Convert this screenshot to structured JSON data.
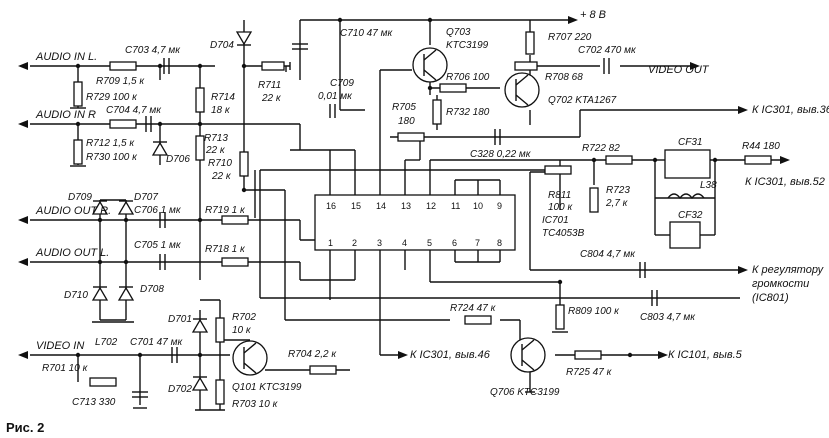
{
  "figure_label": "Рис. 2",
  "supply": "+ 8 В",
  "io": {
    "audio_in_l": "AUDIO IN L.",
    "audio_in_r": "AUDIO IN R",
    "audio_out_r": "AUDIO OUT R.",
    "audio_out_l": "AUDIO OUT L.",
    "video_in": "VIDEO IN",
    "video_out": "VIDEO OUT"
  },
  "connections": {
    "ic301_36": "К IC301, выв.36",
    "ic301_52": "К IC301, выв.52",
    "ic301_46": "К IC301, выв.46",
    "ic101_5": "К IC101, выв.5",
    "volume_1": "К регулятору",
    "volume_2": "громкости",
    "volume_3": "(IC801)"
  },
  "ic": {
    "name": "IC701",
    "type": "TC4053B",
    "pins_top": [
      "16",
      "15",
      "14",
      "13",
      "12",
      "11",
      "10",
      "9"
    ],
    "pins_bottom": [
      "1",
      "2",
      "3",
      "4",
      "5",
      "6",
      "7",
      "8"
    ]
  },
  "components": {
    "C703": "C703  4,7 мк",
    "R709": "R709  1,5 к",
    "R729": "R729  100 к",
    "C704": "C704  4,7 мк",
    "R712": "R712  1,5 к",
    "R730": "R730  100 к",
    "D704": "D704",
    "R711": "R711",
    "R711v": "22 к",
    "R714": "R714",
    "R714v": "18 к",
    "R713": "R713",
    "R713v": "22 к",
    "R710": "R710",
    "R710v": "22 к",
    "D706": "D706",
    "D709": "D709",
    "D707": "D707",
    "C706": "C706  1 мк",
    "R719": "R719  1 к",
    "C705": "C705  1 мк",
    "R718": "R718  1 к",
    "D710": "D710",
    "D708": "D708",
    "C710": "C710  47 мк",
    "C709": "C709",
    "C709v": "0,01 мк",
    "Q703": "Q703",
    "Q703t": "KTC3199",
    "R706": "R706  100",
    "R705": "R705",
    "R705v": "180",
    "R732": "R732  180",
    "R707": "R707  220",
    "C702": "C702  470 мк",
    "R708": "R708  68",
    "Q702": "Q702  KTA1267",
    "C328": "C328  0,22 мк",
    "R722": "R722  82",
    "R811": "R811",
    "R811v": "100 к",
    "R723": "R723",
    "R723v": "2,7 к",
    "CF31": "CF31",
    "L38": "L38",
    "CF32": "CF32",
    "R44": "R44  180",
    "C804": "C804  4,7 мк",
    "R809": "R809  100 к",
    "C803": "C803  4,7 мк",
    "R724": "R724  47 к",
    "Q706": "Q706  KTC3199",
    "R725": "R725  47 к",
    "D701": "D701",
    "D702": "D702",
    "R702": "R702",
    "R702v": "10 к",
    "Q101": "Q101  KTC3199",
    "R703": "R703  10 к",
    "R704": "R704  2,2 к",
    "L702": "L702",
    "C701": "C701  47 мк",
    "R701": "R701  10 к",
    "C713": "C713  330"
  }
}
